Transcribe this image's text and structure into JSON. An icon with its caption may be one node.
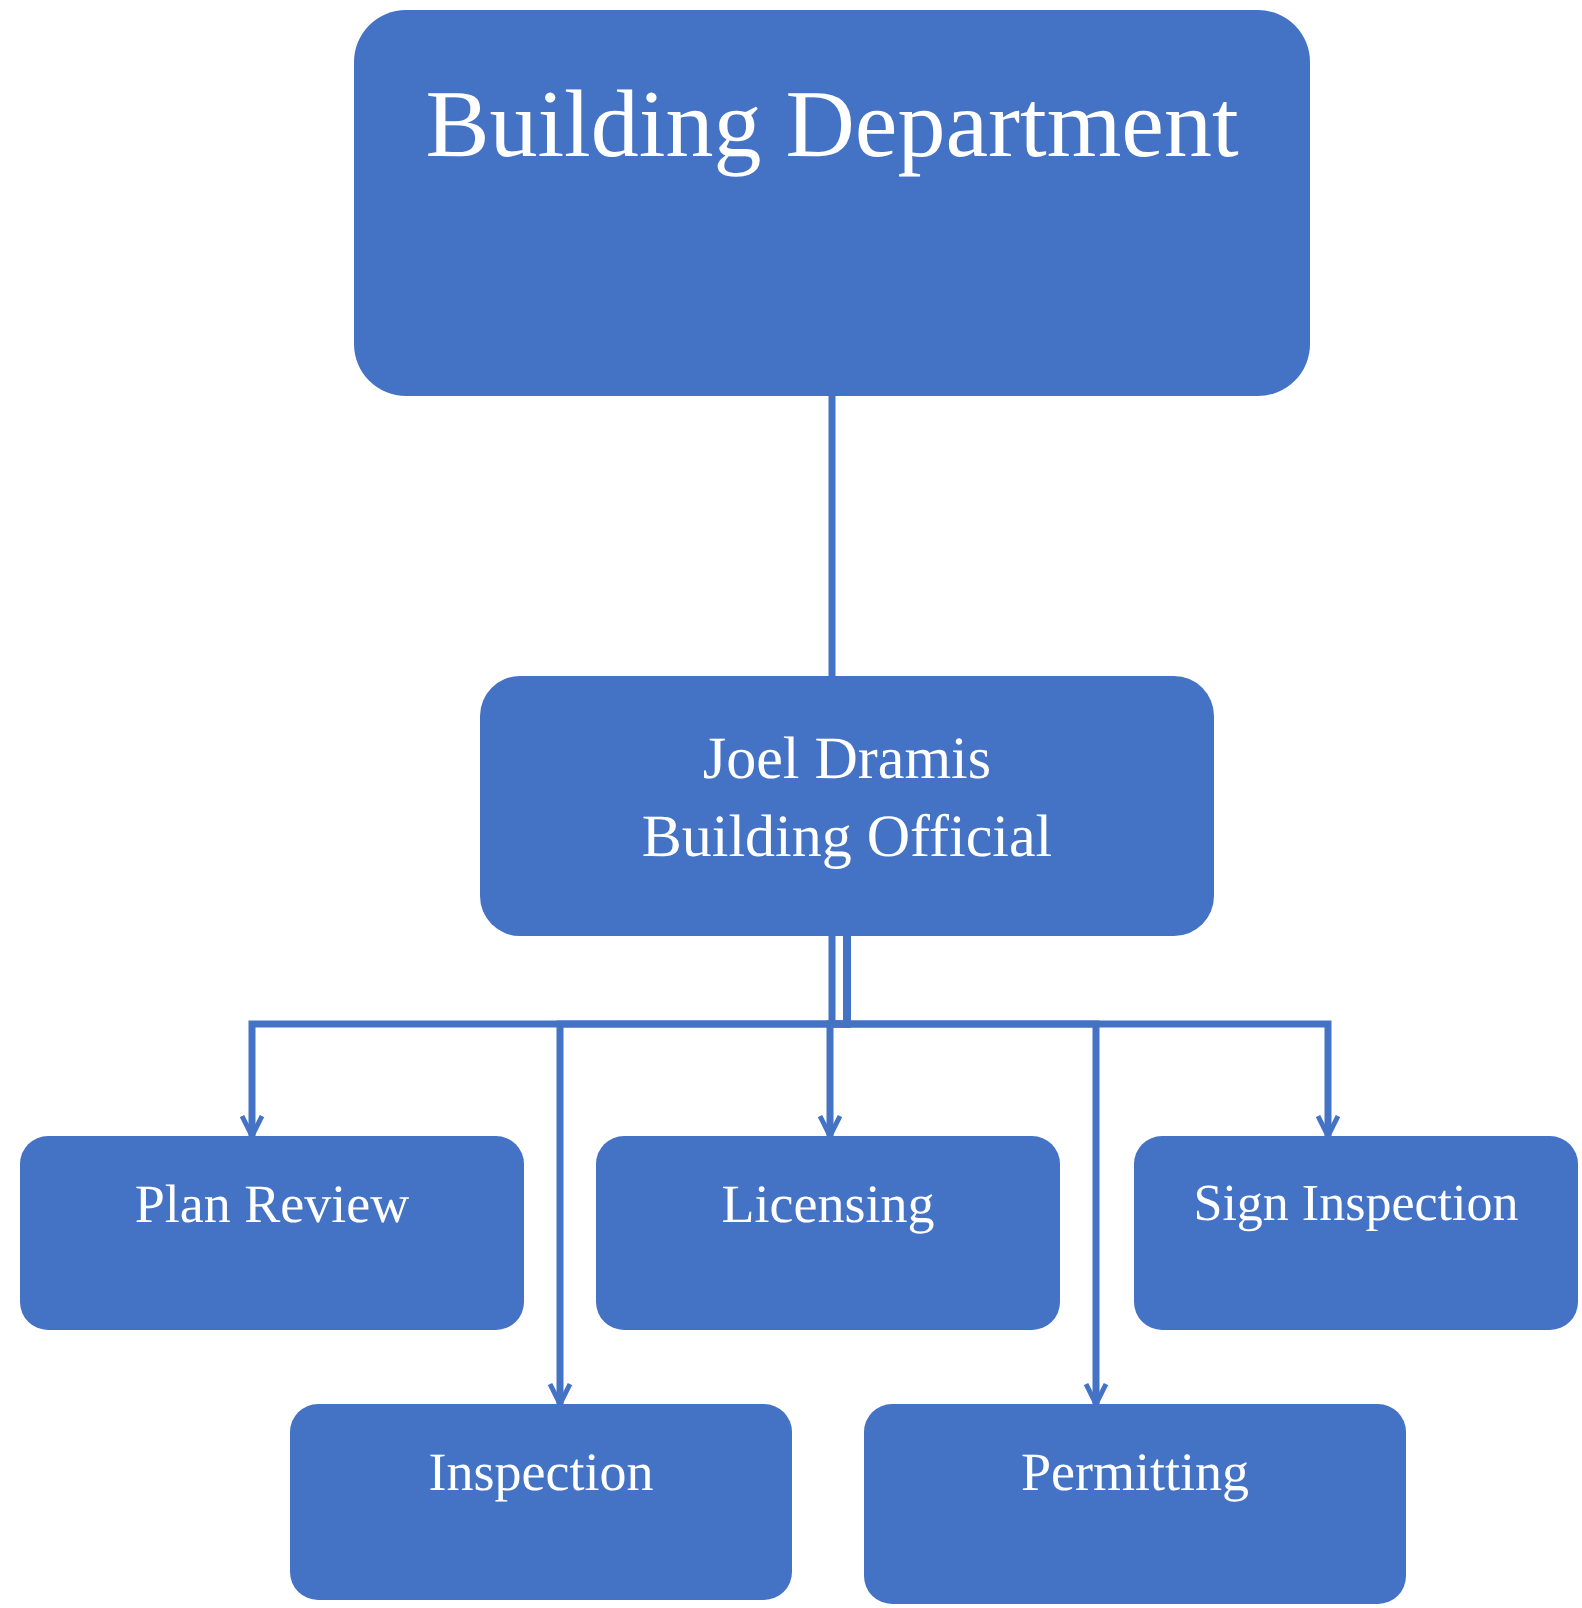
{
  "diagram": {
    "nodes": [
      {
        "text": [
          "Building Department"
        ]
      },
      {
        "text": [
          "Joel Dramis",
          "Building Official"
        ]
      },
      {
        "text": [
          "Plan Review"
        ]
      },
      {
        "text": [
          "Licensing"
        ]
      },
      {
        "text": [
          "Sign Inspection"
        ]
      },
      {
        "text": [
          "Inspection"
        ]
      },
      {
        "text": [
          "Permitting"
        ]
      }
    ],
    "edges": [
      {
        "from": 0,
        "to": 1,
        "arrow": "none"
      },
      {
        "from": 1,
        "to": 2,
        "arrow": "to"
      },
      {
        "from": 1,
        "to": 5,
        "arrow": "to"
      },
      {
        "from": 1,
        "to": 3,
        "arrow": "to"
      },
      {
        "from": 1,
        "to": 6,
        "arrow": "to"
      },
      {
        "from": 1,
        "to": 4,
        "arrow": "to"
      }
    ]
  }
}
